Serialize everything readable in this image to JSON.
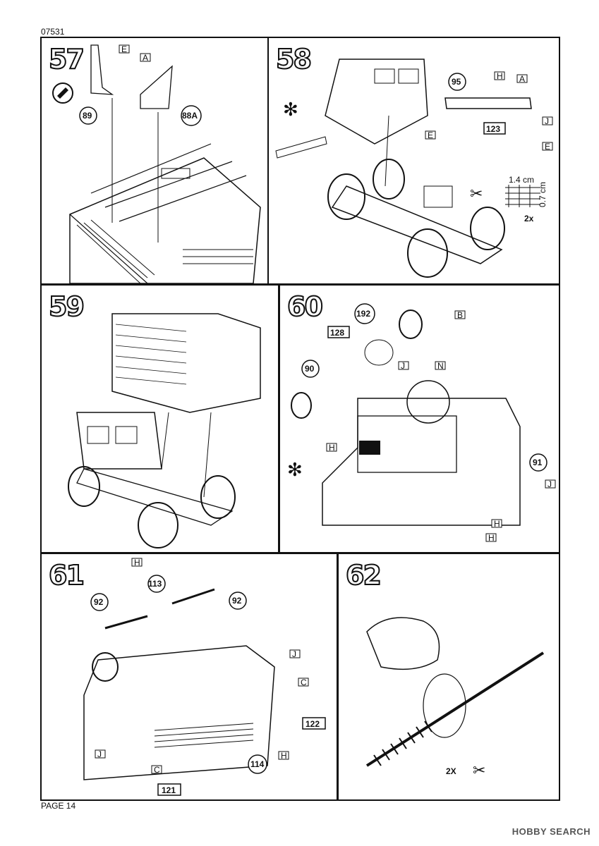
{
  "header": {
    "code": "07531"
  },
  "footer": {
    "page": "PAGE 14",
    "watermark": "HOBBY SEARCH"
  },
  "steps": [
    {
      "num": "57",
      "parts": [
        "89",
        "88A"
      ],
      "tags": [
        "E",
        "A"
      ]
    },
    {
      "num": "58",
      "parts": [
        "95",
        "123"
      ],
      "tags": [
        "H",
        "A",
        "E",
        "J",
        "E"
      ],
      "dims": {
        "w": "1.4 cm",
        "h": "0.7 cm",
        "qty": "2x"
      }
    },
    {
      "num": "59",
      "parts": [],
      "tags": []
    },
    {
      "num": "60",
      "parts": [
        "192",
        "128",
        "90",
        "91"
      ],
      "tags": [
        "B",
        "J",
        "N",
        "H",
        "J",
        "H",
        "H"
      ]
    },
    {
      "num": "61",
      "parts": [
        "92",
        "113",
        "92",
        "122",
        "114",
        "121"
      ],
      "tags": [
        "H",
        "J",
        "C",
        "J",
        "H",
        "C"
      ]
    },
    {
      "num": "62",
      "parts": [],
      "tags": [],
      "qty": "2X"
    }
  ]
}
